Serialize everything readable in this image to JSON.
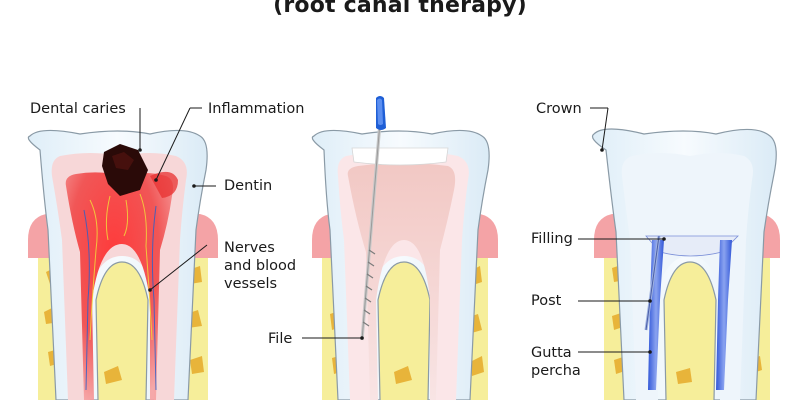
{
  "title": "(root canal therapy)",
  "labels": {
    "dental_caries": "Dental caries",
    "inflammation": "Inflammation",
    "dentin": "Dentin",
    "nerves": "Nerves\nand blood\nvessels",
    "file": "File",
    "crown": "Crown",
    "filling": "Filling",
    "post": "Post",
    "gutta_percha": "Gutta\npercha"
  },
  "colors": {
    "enamel": "#eef6fb",
    "dentin": "#fbe4e6",
    "pulp_inflamed": "#e8262e",
    "caries": "#2a0a08",
    "gum": "#f4a3a6",
    "bone": "#f6ee9a",
    "bone_spots": "#e8b43a",
    "file_tip": "#1f5fd6",
    "filling": "#3b5fe0"
  },
  "icons": [
    "dental-caries-icon",
    "root-canal-file-icon",
    "post-filling-icon"
  ]
}
